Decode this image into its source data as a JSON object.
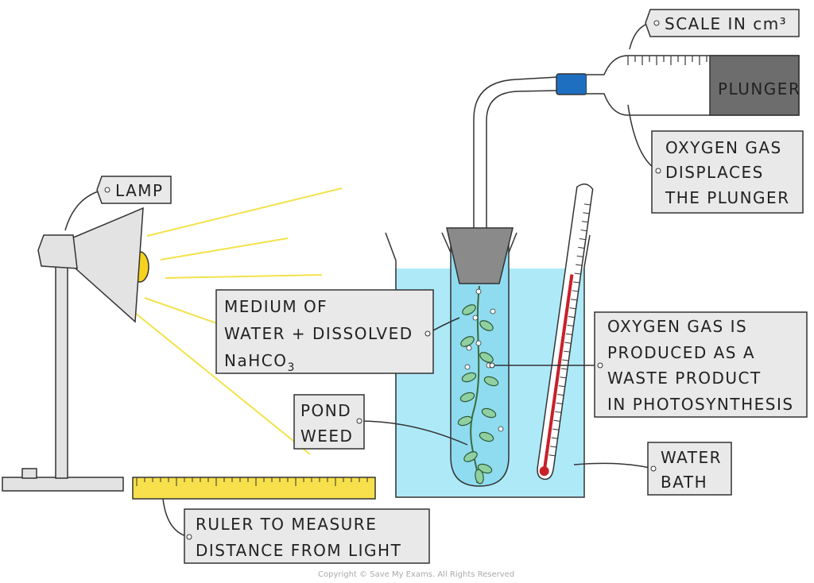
{
  "labels": {
    "scale": "SCALE IN cm³",
    "plunger": "PLUNGER",
    "lamp": "LAMP",
    "oxygen_displaces": [
      "OXYGEN GAS",
      "DISPLACES",
      "THE PLUNGER"
    ],
    "medium": {
      "line1": "MEDIUM OF",
      "line2": "WATER + DISSOLVED",
      "line3_main": "NaHCO",
      "line3_sub": "3"
    },
    "oxygen_produced": [
      "OXYGEN GAS IS",
      "PRODUCED AS A",
      "WASTE PRODUCT",
      "IN PHOTOSYNTHESIS"
    ],
    "pond_weed": [
      "POND",
      "WEED"
    ],
    "water_bath": [
      "WATER",
      "BATH"
    ],
    "ruler": [
      "RULER TO MEASURE",
      "DISTANCE FROM LIGHT"
    ]
  },
  "copyright": "Copyright © Save My Exams. All Rights Reserved",
  "colors": {
    "water": "#aee9f7",
    "tube_water": "#8fdcf0",
    "ruler": "#f7e04b",
    "connector": "#1f6fc0",
    "plunger": "#6d6d6d",
    "leaf": "#8fd0a0",
    "thermo_liquid": "#c8202a",
    "ray": "#f3e24a"
  }
}
